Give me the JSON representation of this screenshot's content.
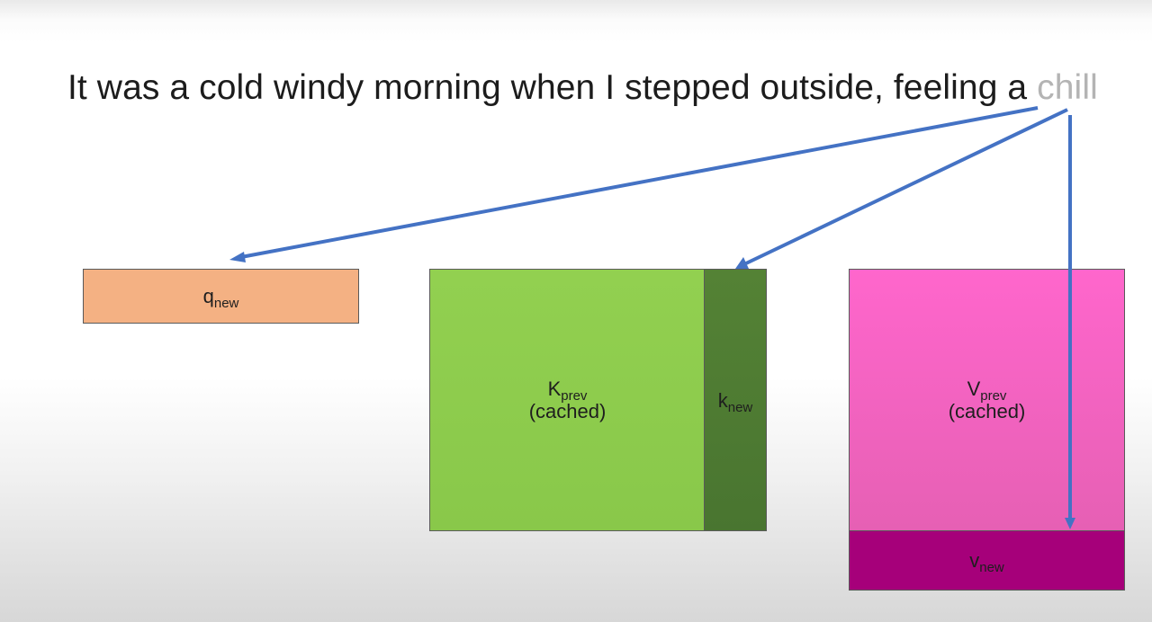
{
  "sentence": {
    "before": "It was a cold windy morning when I stepped outside, feeling a ",
    "highlight": "chill"
  },
  "boxes": {
    "q_new": {
      "main": "q",
      "sub": "new"
    },
    "k_prev": {
      "main": "K",
      "sub": "prev",
      "line2": "(cached)"
    },
    "k_new": {
      "main": "k",
      "sub": "new"
    },
    "v_prev": {
      "main": "V",
      "sub": "prev",
      "line2": "(cached)"
    },
    "v_new": {
      "main": "v",
      "sub": "new"
    }
  },
  "colors": {
    "q_new": "#f4b183",
    "k_prev": "#92d050",
    "k_new": "#548235",
    "v_prev": "#ff66cc",
    "v_new": "#a6007a",
    "arrow": "#4472c4",
    "highlight_text": "#b4b4b4"
  }
}
